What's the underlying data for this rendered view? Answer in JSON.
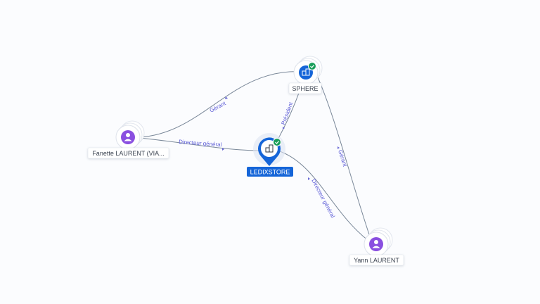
{
  "colors": {
    "edge": "#7a8899",
    "edge_label": "#5b5bd6",
    "person": "#8a4fe0",
    "company": "#1565d8",
    "check": "#1a9e5a"
  },
  "nodes": {
    "sphere": {
      "label": "SPHERE",
      "kind": "company",
      "icon": "building-icon",
      "verified": true
    },
    "ledixstore": {
      "label": "LEDIXSTORE",
      "kind": "company-center",
      "icon": "building-icon",
      "verified": true
    },
    "fanette": {
      "label": "Fanette LAURENT (VIA...",
      "kind": "person",
      "icon": "person-icon"
    },
    "yann": {
      "label": "Yann LAURENT",
      "kind": "person",
      "icon": "person-icon"
    }
  },
  "edges": {
    "fanette_sphere": {
      "label": "Gérant"
    },
    "fanette_ledixstore": {
      "label": "Directeur général"
    },
    "sphere_ledixstore": {
      "label": "Président"
    },
    "sphere_yann": {
      "label": "Gérant"
    },
    "ledixstore_yann": {
      "label": "Directeur général"
    }
  }
}
